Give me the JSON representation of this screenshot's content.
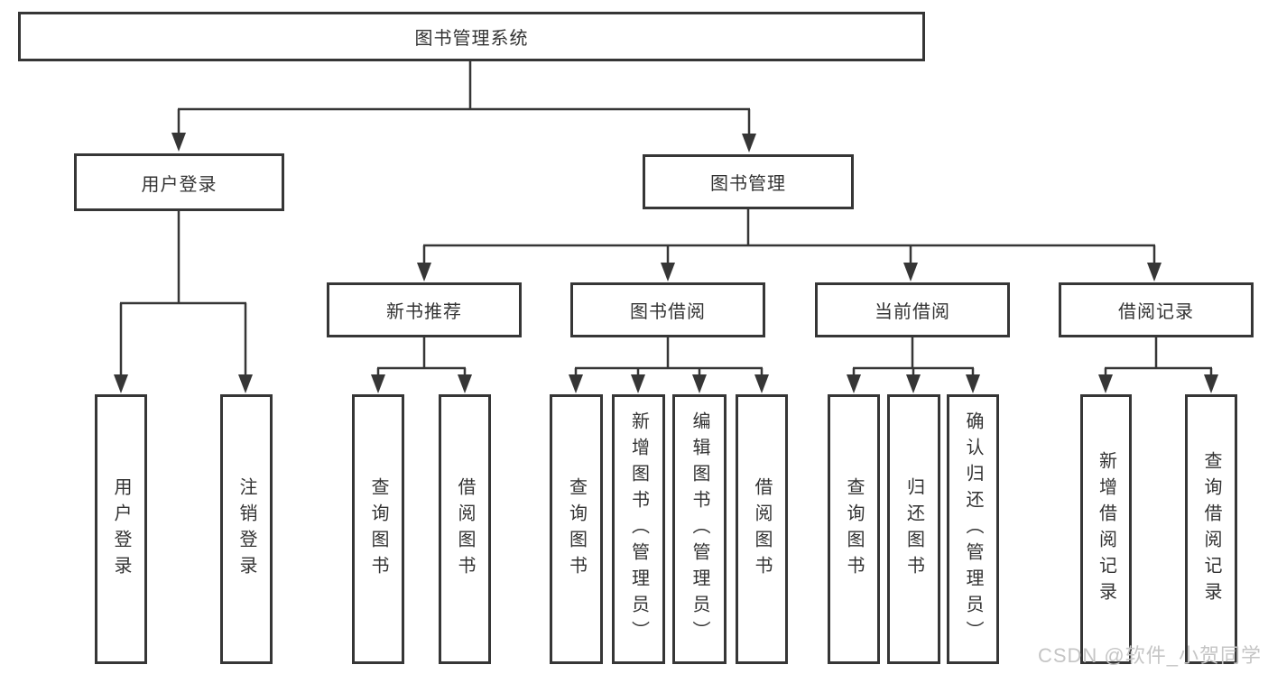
{
  "tree": {
    "root": "图书管理系统",
    "branches": [
      {
        "label": "用户登录",
        "children": [
          "用户登录",
          "注销登录"
        ]
      },
      {
        "label": "图书管理",
        "sections": [
          {
            "label": "新书推荐",
            "children": [
              "查询图书",
              "借阅图书"
            ]
          },
          {
            "label": "图书借阅",
            "children": [
              "查询图书",
              "新增图书（管理员）",
              "编辑图书（管理员）",
              "借阅图书"
            ]
          },
          {
            "label": "当前借阅",
            "children": [
              "查询图书",
              "归还图书",
              "确认归还（管理员）"
            ]
          },
          {
            "label": "借阅记录",
            "children": [
              "新增借阅记录",
              "查询借阅记录"
            ]
          }
        ]
      }
    ]
  },
  "watermark": "CSDN @软件_小贺同学",
  "colors": {
    "line": "#363636",
    "text": "#333333",
    "watermark": "#c5c5c5",
    "background": "#ffffff"
  }
}
